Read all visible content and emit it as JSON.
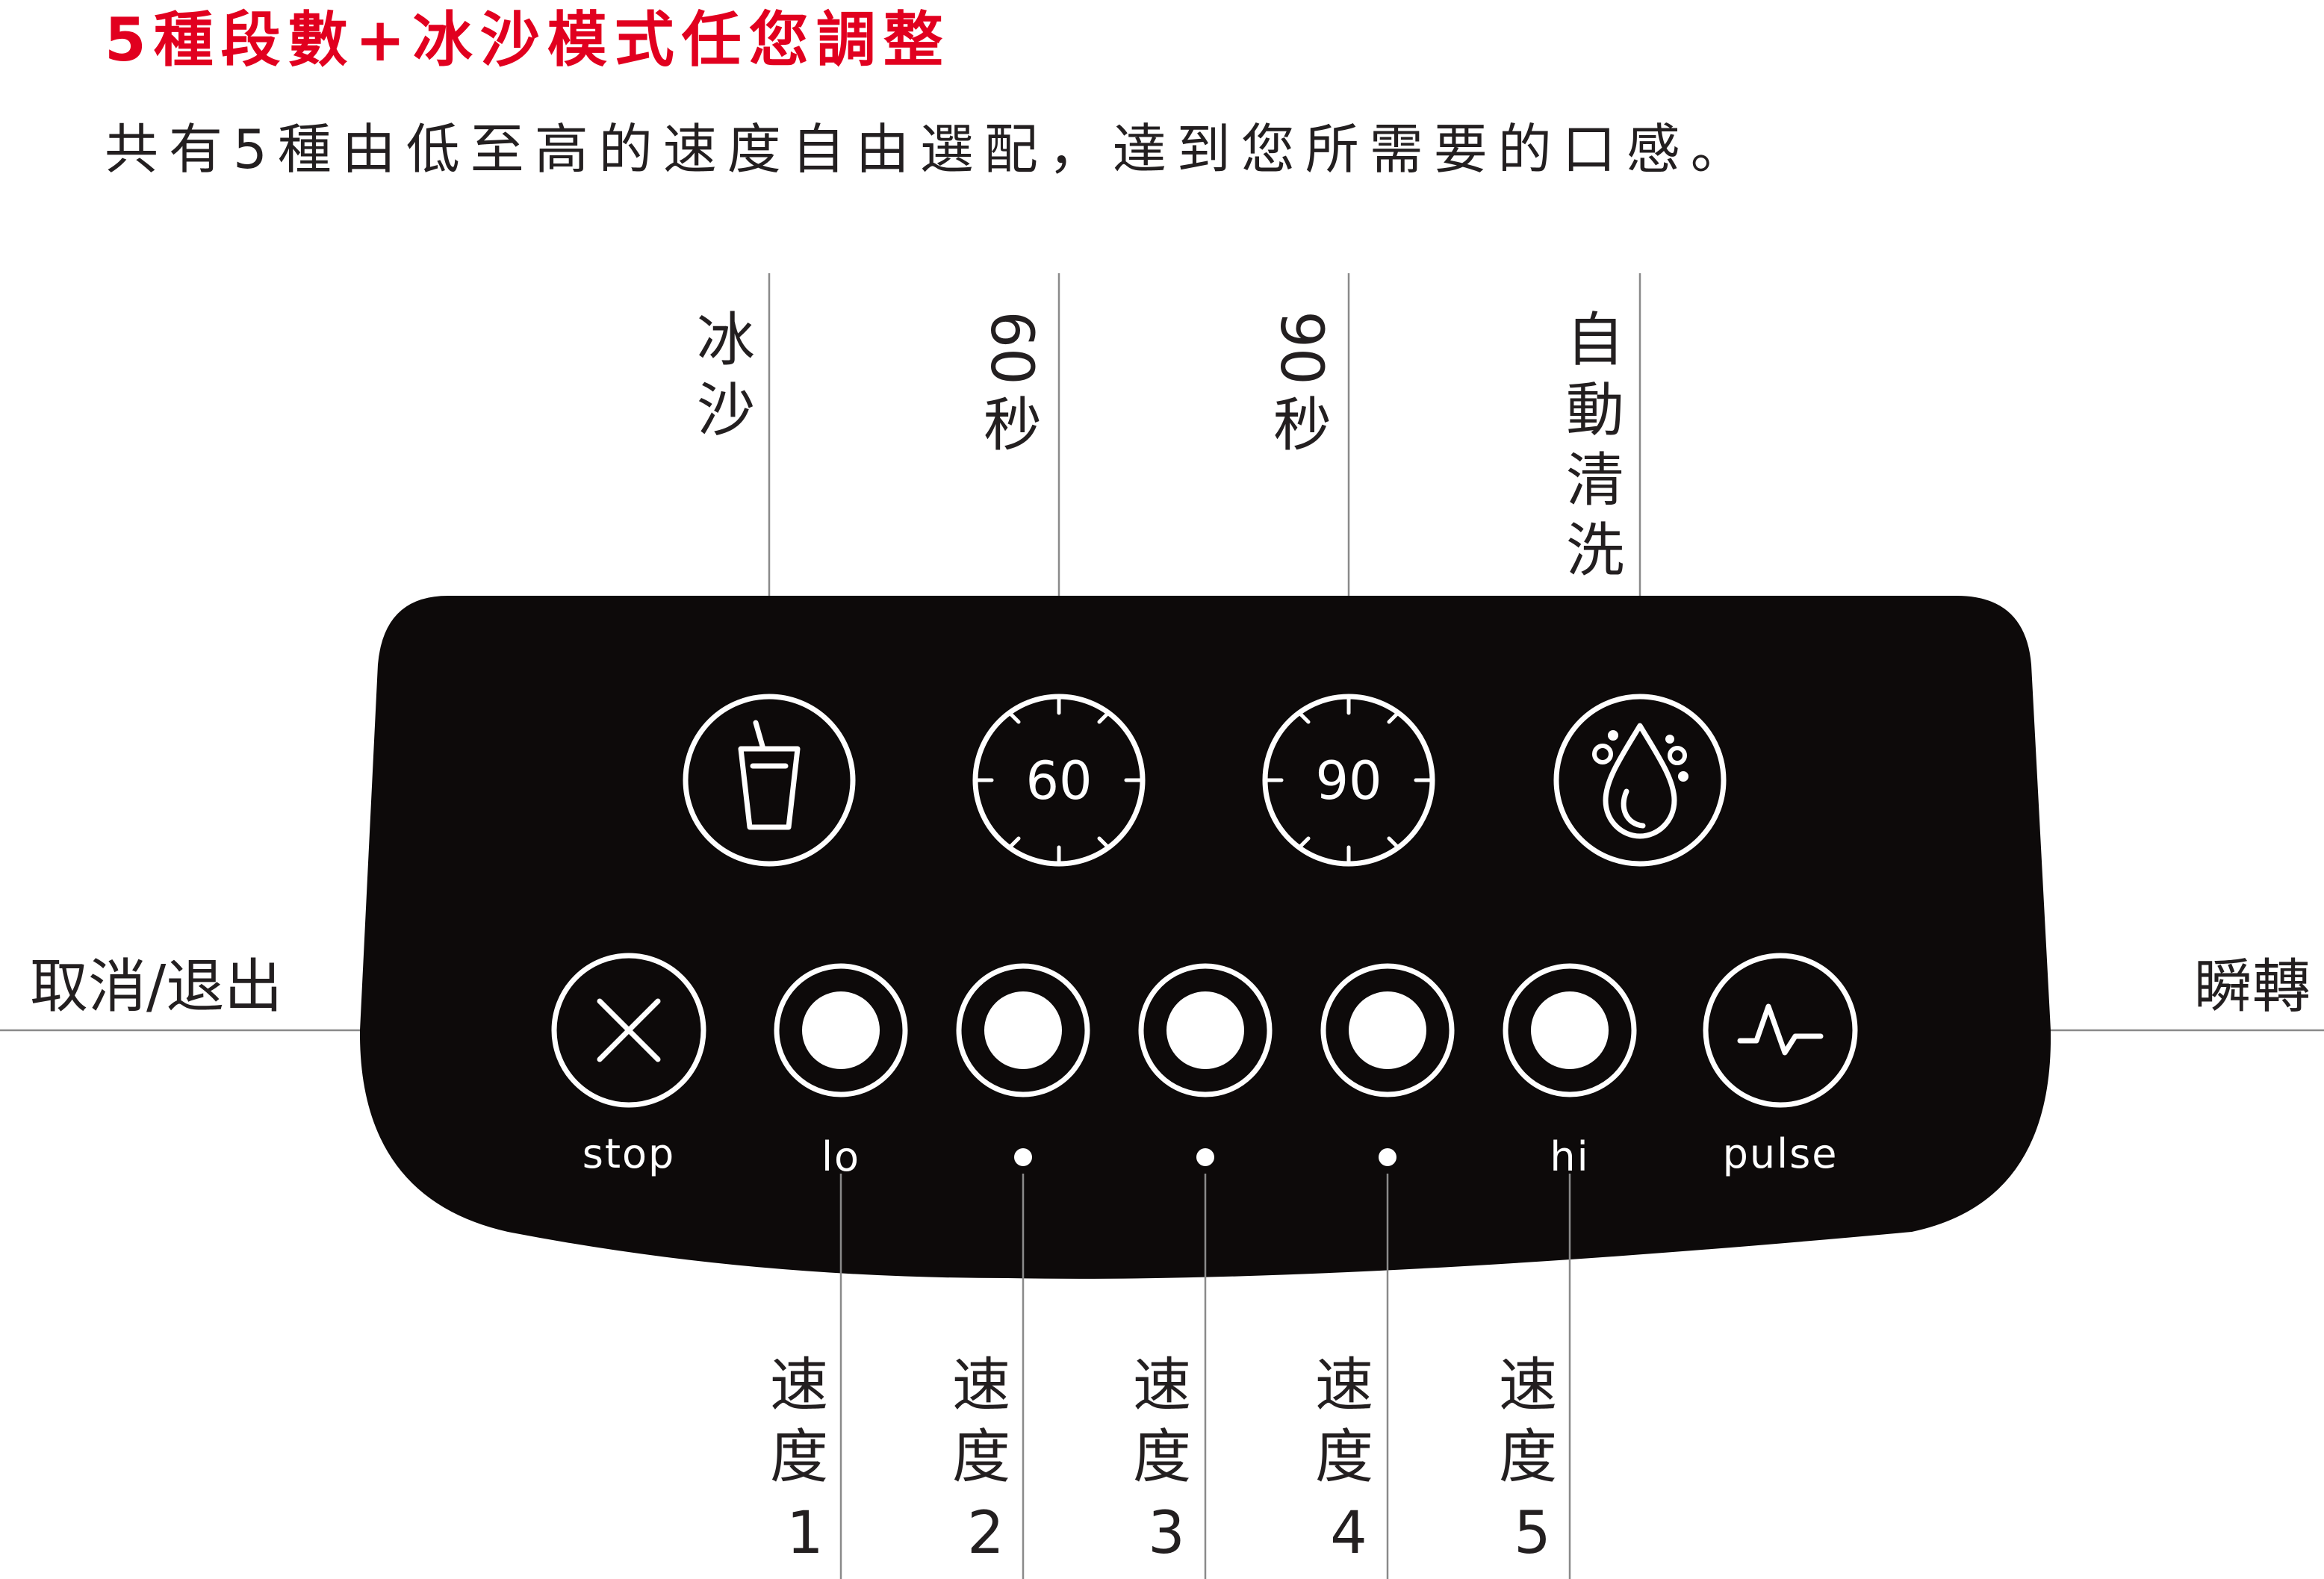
{
  "heading": "5種段數+冰沙模式任您調整",
  "subheading": "共有5種由低至高的速度自由選配，達到您所需要的口感。",
  "colors": {
    "accent": "#e1001f",
    "panel": "#0d0a0a",
    "text": "#231f20",
    "leader": "#8a8a8a"
  },
  "top_labels": {
    "smoothie": [
      "冰",
      "沙"
    ],
    "sec60": [
      "60",
      "秒"
    ],
    "sec90": [
      "90",
      "秒"
    ],
    "autoclean": [
      "自",
      "動",
      "清",
      "洗"
    ]
  },
  "side_labels": {
    "cancel": "取消/退出",
    "pulse": "瞬轉"
  },
  "panel": {
    "timer60": "60",
    "timer90": "90",
    "stop_label": "stop",
    "lo_label": "lo",
    "hi_label": "hi",
    "pulse_label": "pulse"
  },
  "speed_labels": [
    [
      "速",
      "度",
      "1"
    ],
    [
      "速",
      "度",
      "2"
    ],
    [
      "速",
      "度",
      "3"
    ],
    [
      "速",
      "度",
      "4"
    ],
    [
      "速",
      "度",
      "5"
    ]
  ],
  "icons": {
    "smoothie": "smoothie-cup-icon",
    "timer60": "timer-60-icon",
    "timer90": "timer-90-icon",
    "autoclean": "water-drop-icon",
    "stop": "close-icon",
    "pulse": "pulse-wave-icon"
  }
}
